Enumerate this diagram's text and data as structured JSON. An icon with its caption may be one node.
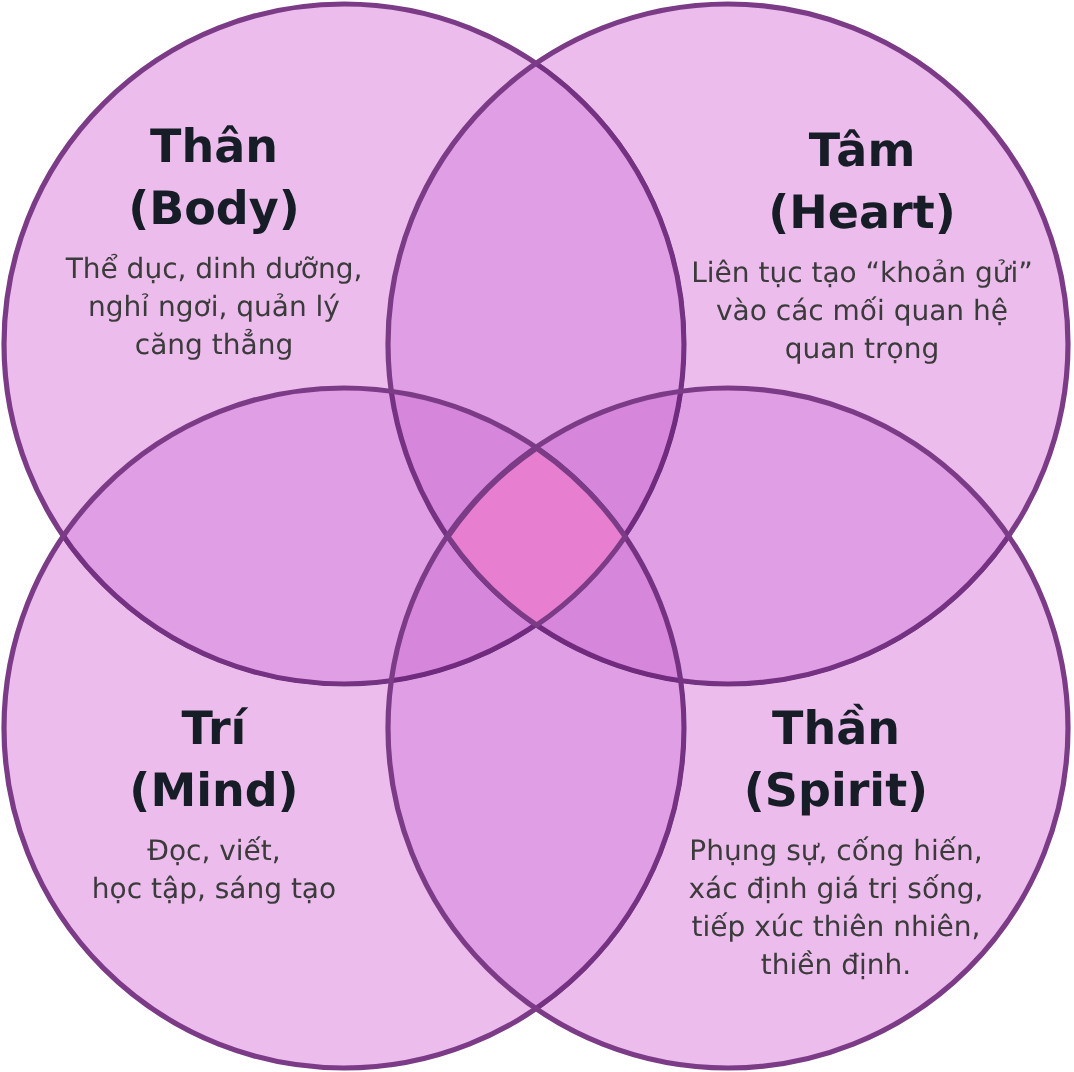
{
  "diagram": {
    "nodes": [
      {
        "text": [
          "Thân (Body)",
          "Thể dục, dinh dưỡng, nghỉ ngơi, quản lý căng thẳng"
        ]
      },
      {
        "text": [
          "Tâm (Heart)",
          "Liên tục tạo “khoản gửi” vào các mối quan hệ quan trọng"
        ]
      },
      {
        "text": [
          "Trí (Mind)",
          "Đọc, viết, học tập, sáng tạo"
        ]
      },
      {
        "text": [
          "Thần (Spirit)",
          "Phụng sự, cống hiến, xác định giá trị sống, tiếp xúc thiên nhiên, thiền định."
        ]
      },
      {
        "text": [],
        "shape": "diamond"
      }
    ]
  }
}
